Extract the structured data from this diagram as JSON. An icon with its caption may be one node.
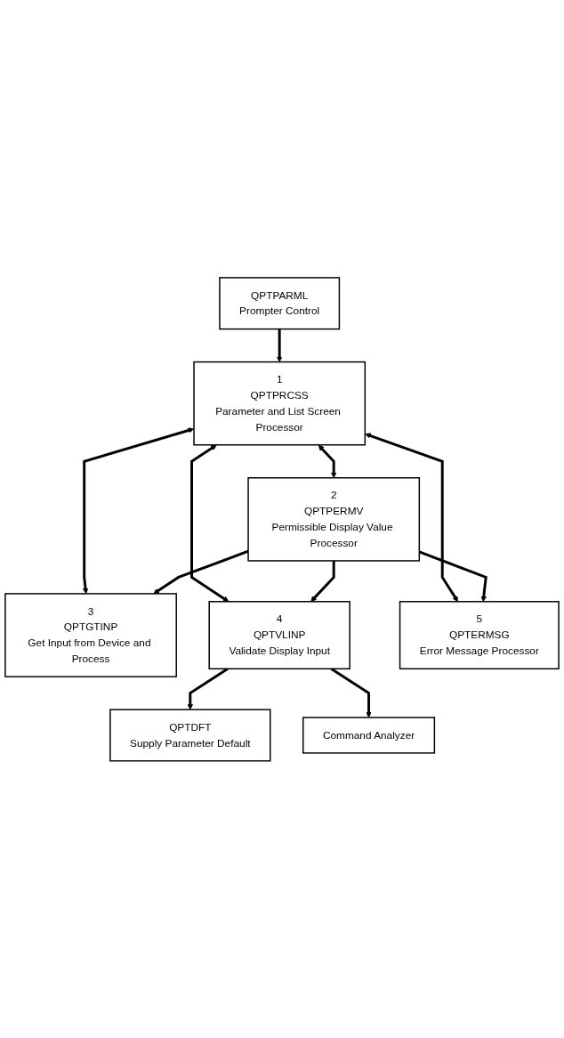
{
  "diagram": {
    "nodes": [
      {
        "text": [
          "QPTPARML",
          "Prompter Control"
        ]
      },
      {
        "text": [
          "1",
          "QPTPRCSS",
          "Parameter and List Screen Processor"
        ]
      },
      {
        "text": [
          "2",
          "QPTPERMV",
          "Permissible Display Value Processor"
        ]
      },
      {
        "text": [
          "3",
          "QPTGTINP",
          "Get Input from Device and Process"
        ]
      },
      {
        "text": [
          "4",
          "QPTVLINP",
          "Validate Display Input"
        ]
      },
      {
        "text": [
          "QPTDFT",
          "Supply Parameter Default"
        ]
      },
      {
        "text": [
          "Command Analyzer"
        ]
      },
      {
        "text": [
          "5",
          "QPTERMSG",
          "Error Message Processor"
        ]
      }
    ],
    "edges": [
      {
        "from": 0,
        "to": 1,
        "arrow": "to"
      },
      {
        "from": 1,
        "to": 2,
        "arrow": "both"
      },
      {
        "from": 1,
        "to": 3,
        "arrow": "both"
      },
      {
        "from": 1,
        "to": 4,
        "arrow": "both"
      },
      {
        "from": 1,
        "to": 7,
        "arrow": "both"
      },
      {
        "from": 2,
        "to": 3,
        "arrow": "to"
      },
      {
        "from": 2,
        "to": 4,
        "arrow": "to"
      },
      {
        "from": 2,
        "to": 7,
        "arrow": "to"
      },
      {
        "from": 4,
        "to": 5,
        "arrow": "to"
      },
      {
        "from": 4,
        "to": 6,
        "arrow": "to"
      }
    ]
  }
}
